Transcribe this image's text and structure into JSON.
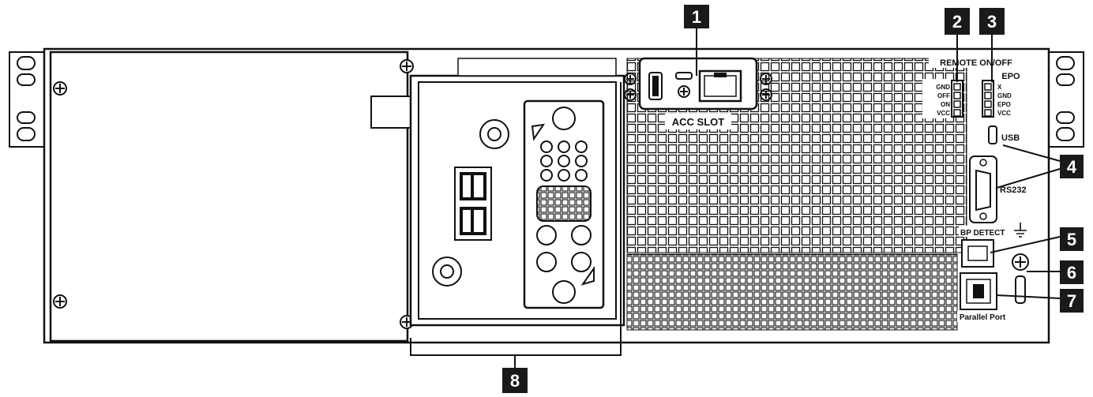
{
  "labels": {
    "remote_on_off": "REMOTE ON/OFF",
    "epo": "EPO",
    "acc_slot": "ACC SLOT",
    "usb": "USB",
    "rs232": "RS232",
    "bp_detect": "BP DETECT",
    "parallel_port": "Parallel Port",
    "remote_pins": [
      "GND",
      "OFF",
      "ON",
      "VCC"
    ],
    "epo_pins": [
      "X",
      "GND",
      "EPO",
      "VCC"
    ]
  },
  "callouts": [
    "1",
    "2",
    "3",
    "4",
    "5",
    "6",
    "7",
    "8"
  ],
  "colors": {
    "line": "#111111",
    "callout_bg": "#1a1a1a",
    "panel": "#ffffff"
  }
}
